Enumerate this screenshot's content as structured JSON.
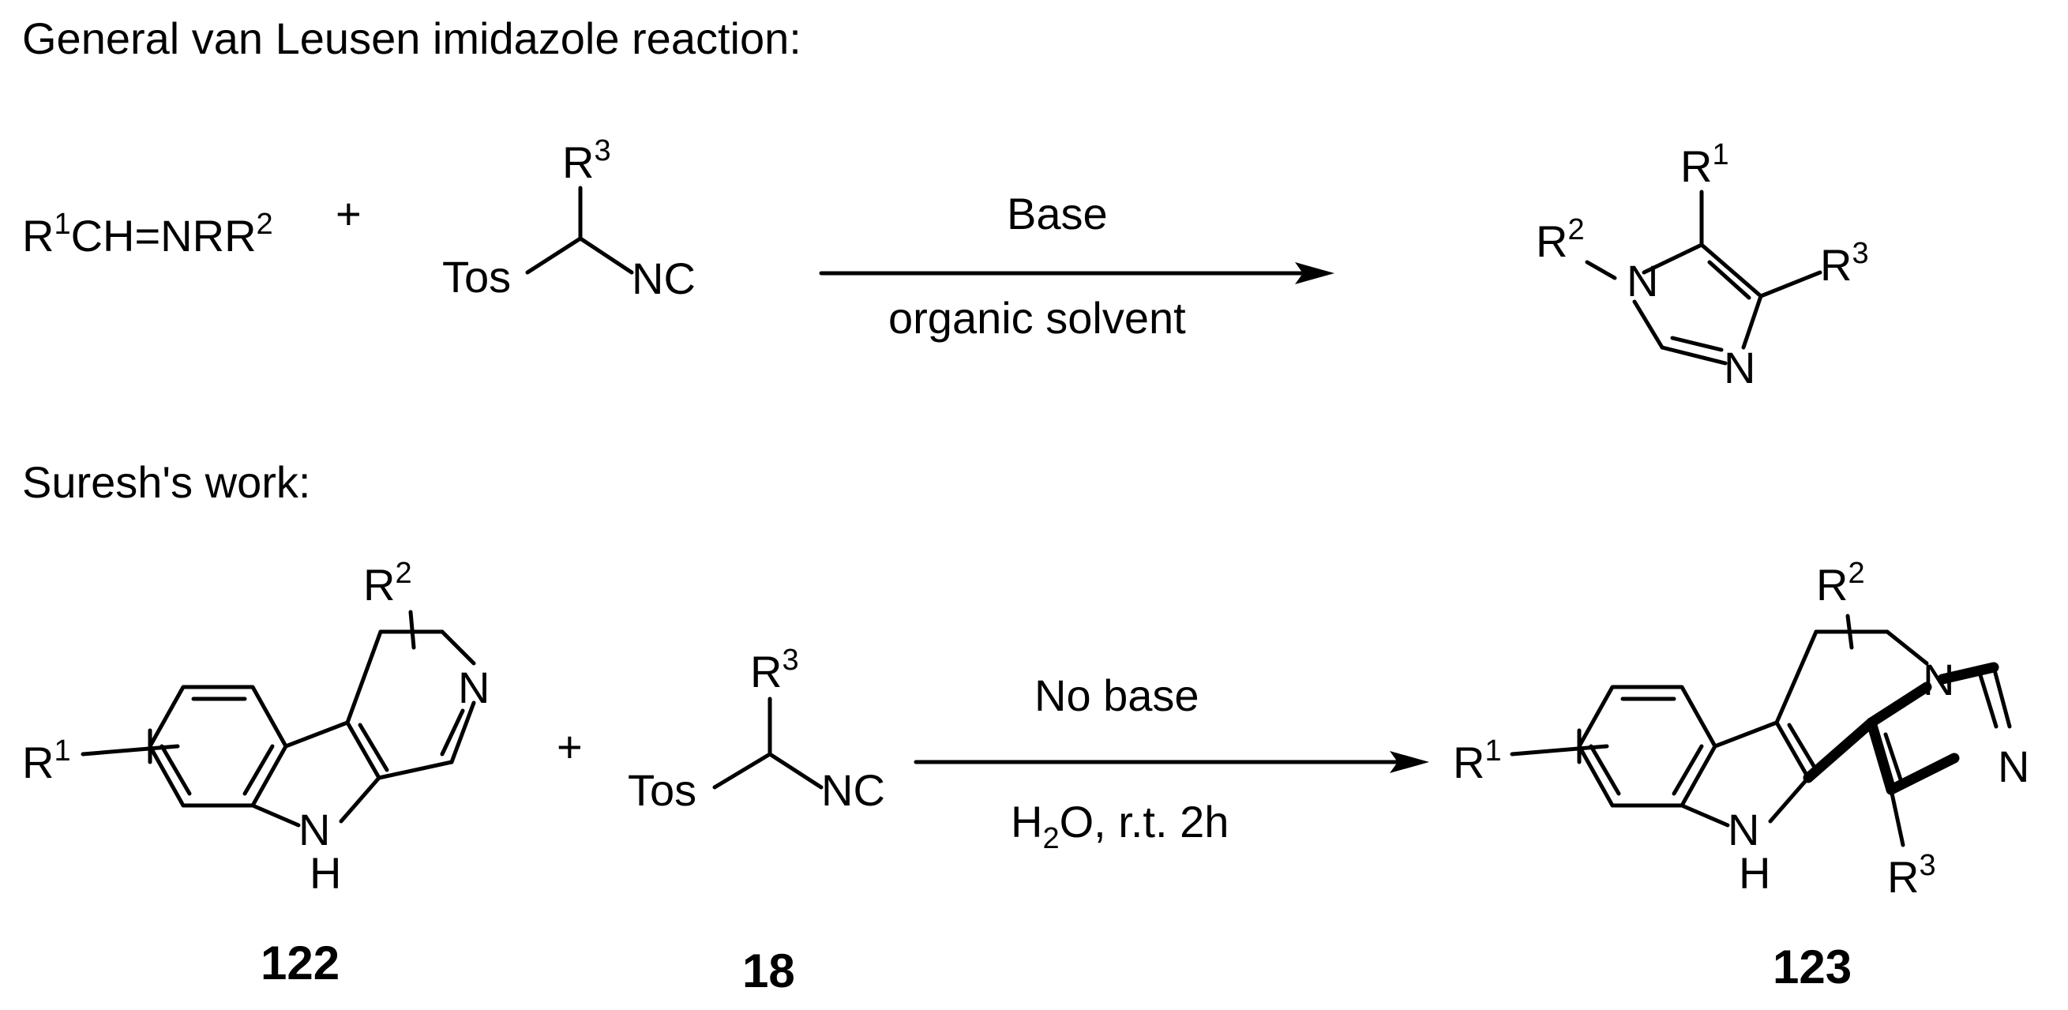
{
  "headings": {
    "general": "General van Leusen imidazole reaction:",
    "suresh": "Suresh's work:"
  },
  "labels": {
    "R": "R",
    "sup1": "1",
    "sup2": "2",
    "sup3": "3",
    "imine_tail": "CH=NR",
    "plus": "+",
    "tos": "Tos",
    "nc": "NC",
    "N": "N",
    "H": "H",
    "NH": "N"
  },
  "reaction1": {
    "reagent": "Base",
    "solvent": "organic solvent"
  },
  "reaction2": {
    "reagent": "No base",
    "cond_h": "H",
    "cond_sub": "2",
    "cond_rest": "O, r.t. 2h"
  },
  "compounds": {
    "c122": "122",
    "c18": "18",
    "c123": "123"
  },
  "colors": {
    "ink": "#000000",
    "background": "#ffffff"
  }
}
